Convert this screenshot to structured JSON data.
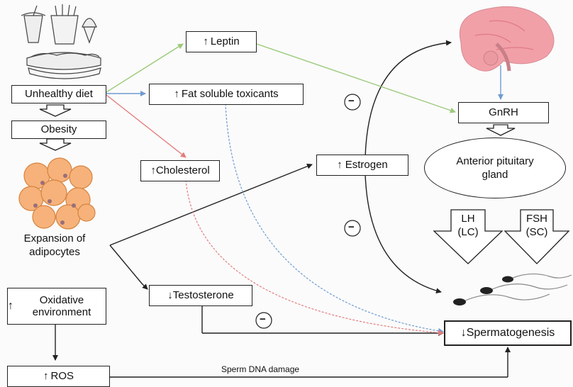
{
  "nodes": {
    "unhealthy_diet": "Unhealthy diet",
    "obesity": "Obesity",
    "expansion": "Expansion of adipocytes",
    "oxidative": "Oxidative environment",
    "ros": "ROS",
    "leptin": "Leptin",
    "fat_toxicants": "Fat soluble toxicants",
    "cholesterol": "Cholesterol",
    "estrogen": "Estrogen",
    "testosterone": "Testosterone",
    "gnrh": "GnRH",
    "anterior_pituitary": "Anterior pituitary gland",
    "lh": "LH (LC)",
    "fsh": "FSH (SC)",
    "spermatogenesis": "Spermatogenesis"
  },
  "edge_labels": {
    "sperm_dna_damage": "Sperm DNA damage"
  },
  "inhibition_symbol": "−",
  "colors": {
    "green_arrow": "#9cc97a",
    "blue_arrow": "#6f9bd1",
    "red_arrow": "#e57c7c",
    "black_arrow": "#222222",
    "brain": "#f2a0a8",
    "adipocyte": "#f6b27a"
  },
  "icons": [
    "fast-food-icon",
    "brain-icon",
    "adipocytes-icon",
    "sperm-icon",
    "up-arrow-icon",
    "down-arrow-icon"
  ]
}
